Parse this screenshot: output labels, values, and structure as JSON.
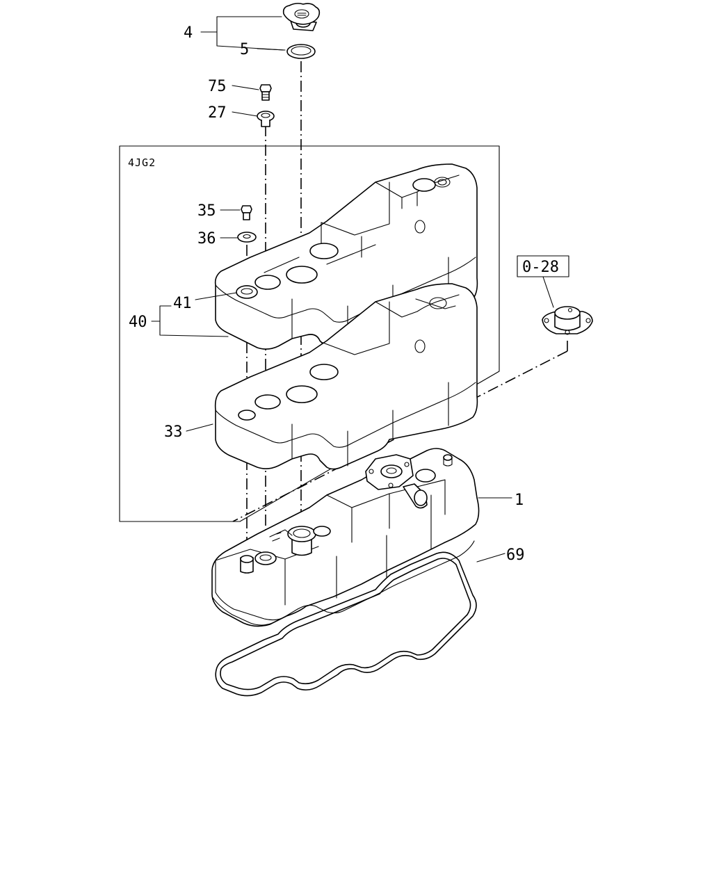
{
  "diagram": {
    "frame_label": "4JG2",
    "ref_box_label": "0-28",
    "parts": [
      {
        "id": "p4",
        "label": "4"
      },
      {
        "id": "p5",
        "label": "5"
      },
      {
        "id": "p75",
        "label": "75"
      },
      {
        "id": "p27",
        "label": "27"
      },
      {
        "id": "p35",
        "label": "35"
      },
      {
        "id": "p36",
        "label": "36"
      },
      {
        "id": "p41",
        "label": "41"
      },
      {
        "id": "p40",
        "label": "40"
      },
      {
        "id": "p33",
        "label": "33"
      },
      {
        "id": "p1",
        "label": "1"
      },
      {
        "id": "p69",
        "label": "69"
      }
    ]
  }
}
